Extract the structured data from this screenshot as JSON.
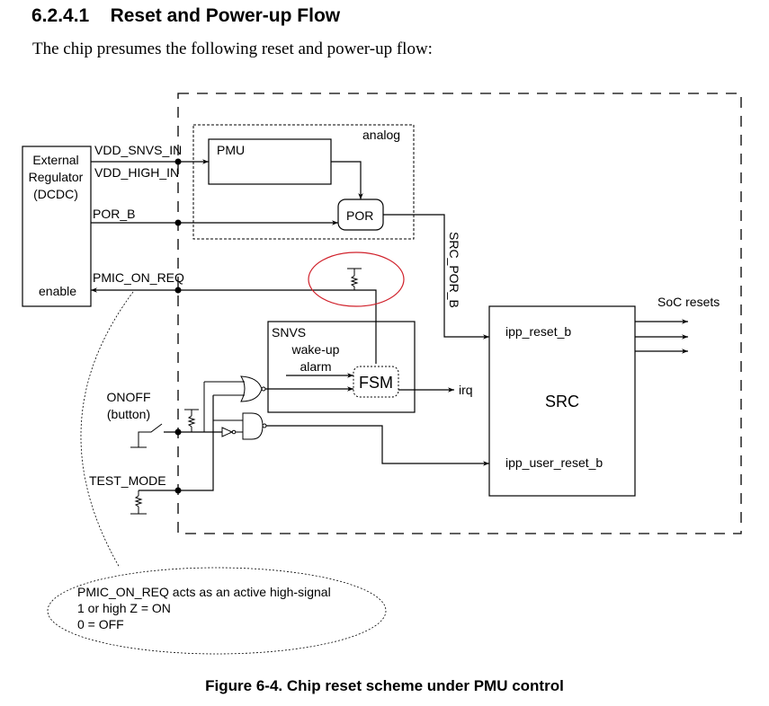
{
  "section": {
    "number": "6.2.4.1",
    "title": "Reset and Power-up Flow",
    "intro": "The chip presumes the following reset and power-up flow:"
  },
  "diagram": {
    "external_regulator": {
      "line1": "External",
      "line2": "Regulator",
      "line3": "(DCDC)",
      "enable_label": "enable"
    },
    "signals": {
      "vdd_snvs_in": "VDD_SNVS_IN",
      "vdd_high_in": "VDD_HIGH_IN",
      "por_b": "POR_B",
      "pmic_on_req": "PMIC_ON_REQ",
      "src_por_b": "SRC_POR_B",
      "onoff": "ONOFF",
      "onoff_sub": "(button)",
      "test_mode": "TEST_MODE",
      "irq": "irq",
      "soc_resets": "SoC resets"
    },
    "analog_block": {
      "label": "analog",
      "pmu_label": "PMU",
      "por_label": "POR"
    },
    "snvs_block": {
      "label": "SNVS",
      "wakeup_line1": "wake-up",
      "wakeup_line2": "alarm",
      "fsm_label": "FSM"
    },
    "src_block": {
      "label": "SRC",
      "ipp_reset_b": "ipp_reset_b",
      "ipp_user_reset_b": "ipp_user_reset_b"
    },
    "note": {
      "line1": "PMIC_ON_REQ acts as an active high-signal",
      "line2": "1 or high Z  = ON",
      "line3": "0 = OFF"
    },
    "colors": {
      "highlight_ellipse": "#d0202a",
      "line": "#000000"
    }
  },
  "caption": "Figure 6-4. Chip reset scheme under PMU control"
}
